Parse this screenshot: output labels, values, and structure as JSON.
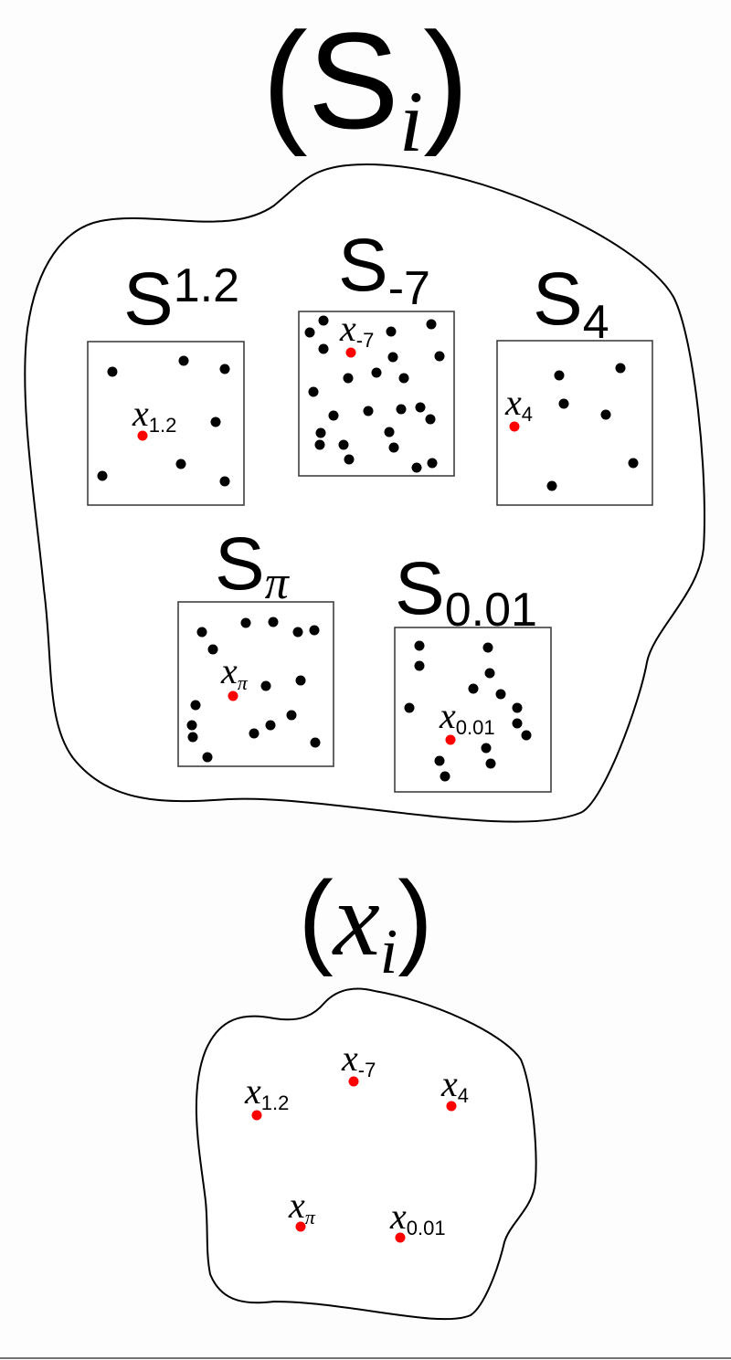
{
  "top_title": {
    "open": "(",
    "symbol": "S",
    "index": "i",
    "close": ")"
  },
  "bottom_title": {
    "open": "(",
    "symbol": "x",
    "index": "i",
    "close": ")"
  },
  "sets": [
    {
      "symbol": "S",
      "index": "1.2",
      "element_symbol": "x",
      "element_index": "1.2"
    },
    {
      "symbol": "S",
      "index": "-7",
      "element_symbol": "x",
      "element_index": "-7"
    },
    {
      "symbol": "S",
      "index": "4",
      "element_symbol": "x",
      "element_index": "4"
    },
    {
      "symbol": "S",
      "index": "π",
      "element_symbol": "x",
      "element_index": "π"
    },
    {
      "symbol": "S",
      "index": "0.01",
      "element_symbol": "x",
      "element_index": "0.01"
    }
  ],
  "colors": {
    "element": "#ff0000",
    "member": "#000000",
    "outline": "#000000"
  }
}
